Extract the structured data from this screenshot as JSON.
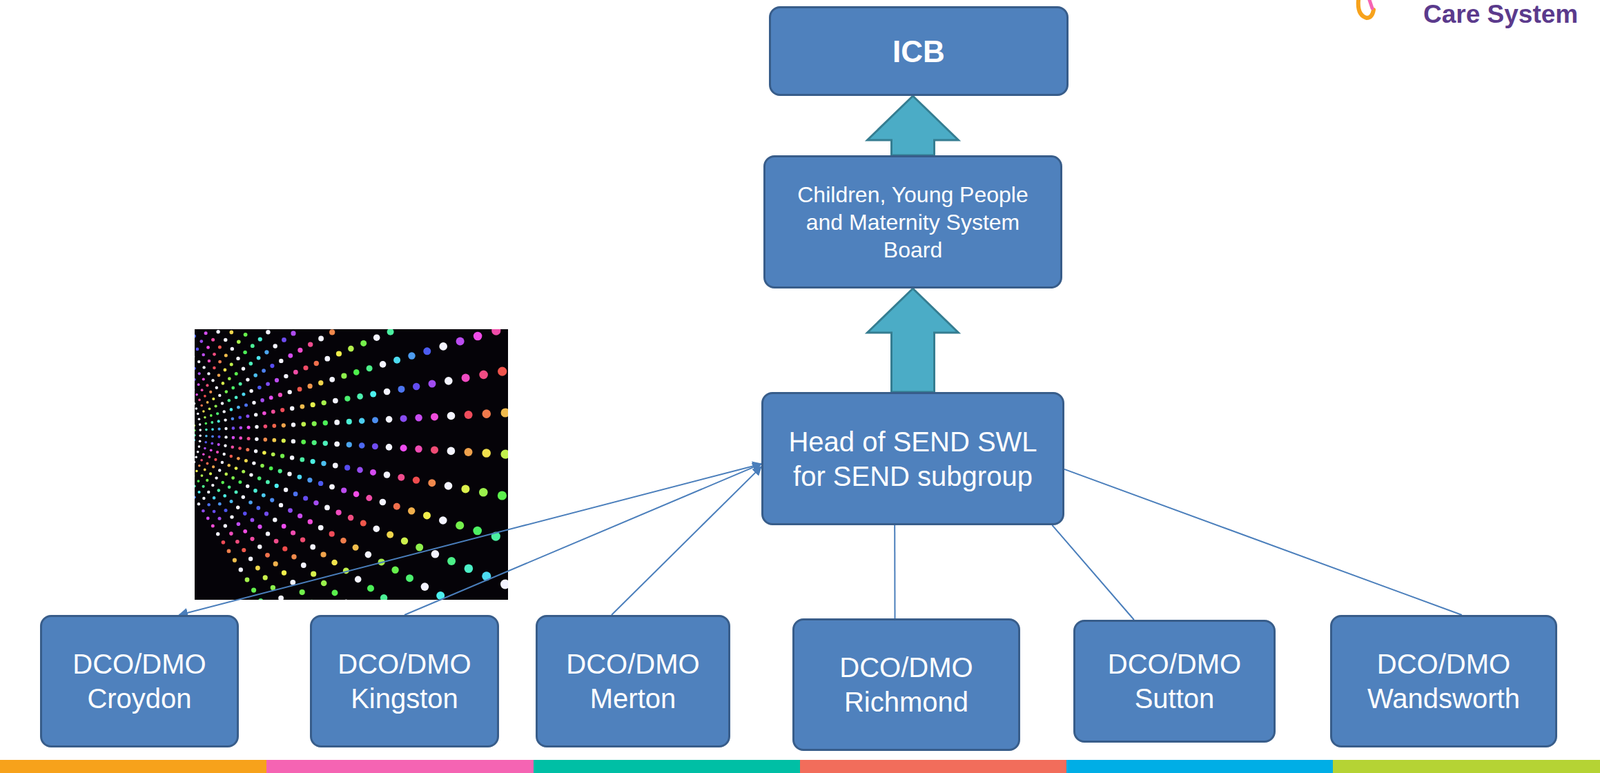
{
  "diagram": {
    "nodes": [
      {
        "text": [
          "ICB"
        ]
      },
      {
        "text": [
          "Children, Young People and Maternity System Board"
        ]
      },
      {
        "text": [
          "Head of SEND SWL for SEND subgroup"
        ]
      },
      {
        "text": [
          "DCO/DMO Croydon"
        ]
      },
      {
        "text": [
          "DCO/DMO Kingston"
        ]
      },
      {
        "text": [
          "DCO/DMO Merton"
        ]
      },
      {
        "text": [
          "DCO/DMO Richmond"
        ]
      },
      {
        "text": [
          "DCO/DMO Sutton"
        ]
      },
      {
        "text": [
          "DCO/DMO Wandsworth"
        ]
      }
    ],
    "edges": [
      {
        "from": 1,
        "to": 0,
        "arrow": "to"
      },
      {
        "from": 2,
        "to": 1,
        "arrow": "to"
      },
      {
        "from": 2,
        "to": 3,
        "arrow": "both"
      },
      {
        "from": 4,
        "to": 2,
        "arrow": "to"
      },
      {
        "from": 5,
        "to": 2,
        "arrow": "to"
      },
      {
        "from": 2,
        "to": 6,
        "arrow": "none"
      },
      {
        "from": 2,
        "to": 7,
        "arrow": "none"
      },
      {
        "from": 2,
        "to": 8,
        "arrow": "none"
      }
    ],
    "labels": [
      "Care System"
    ]
  }
}
